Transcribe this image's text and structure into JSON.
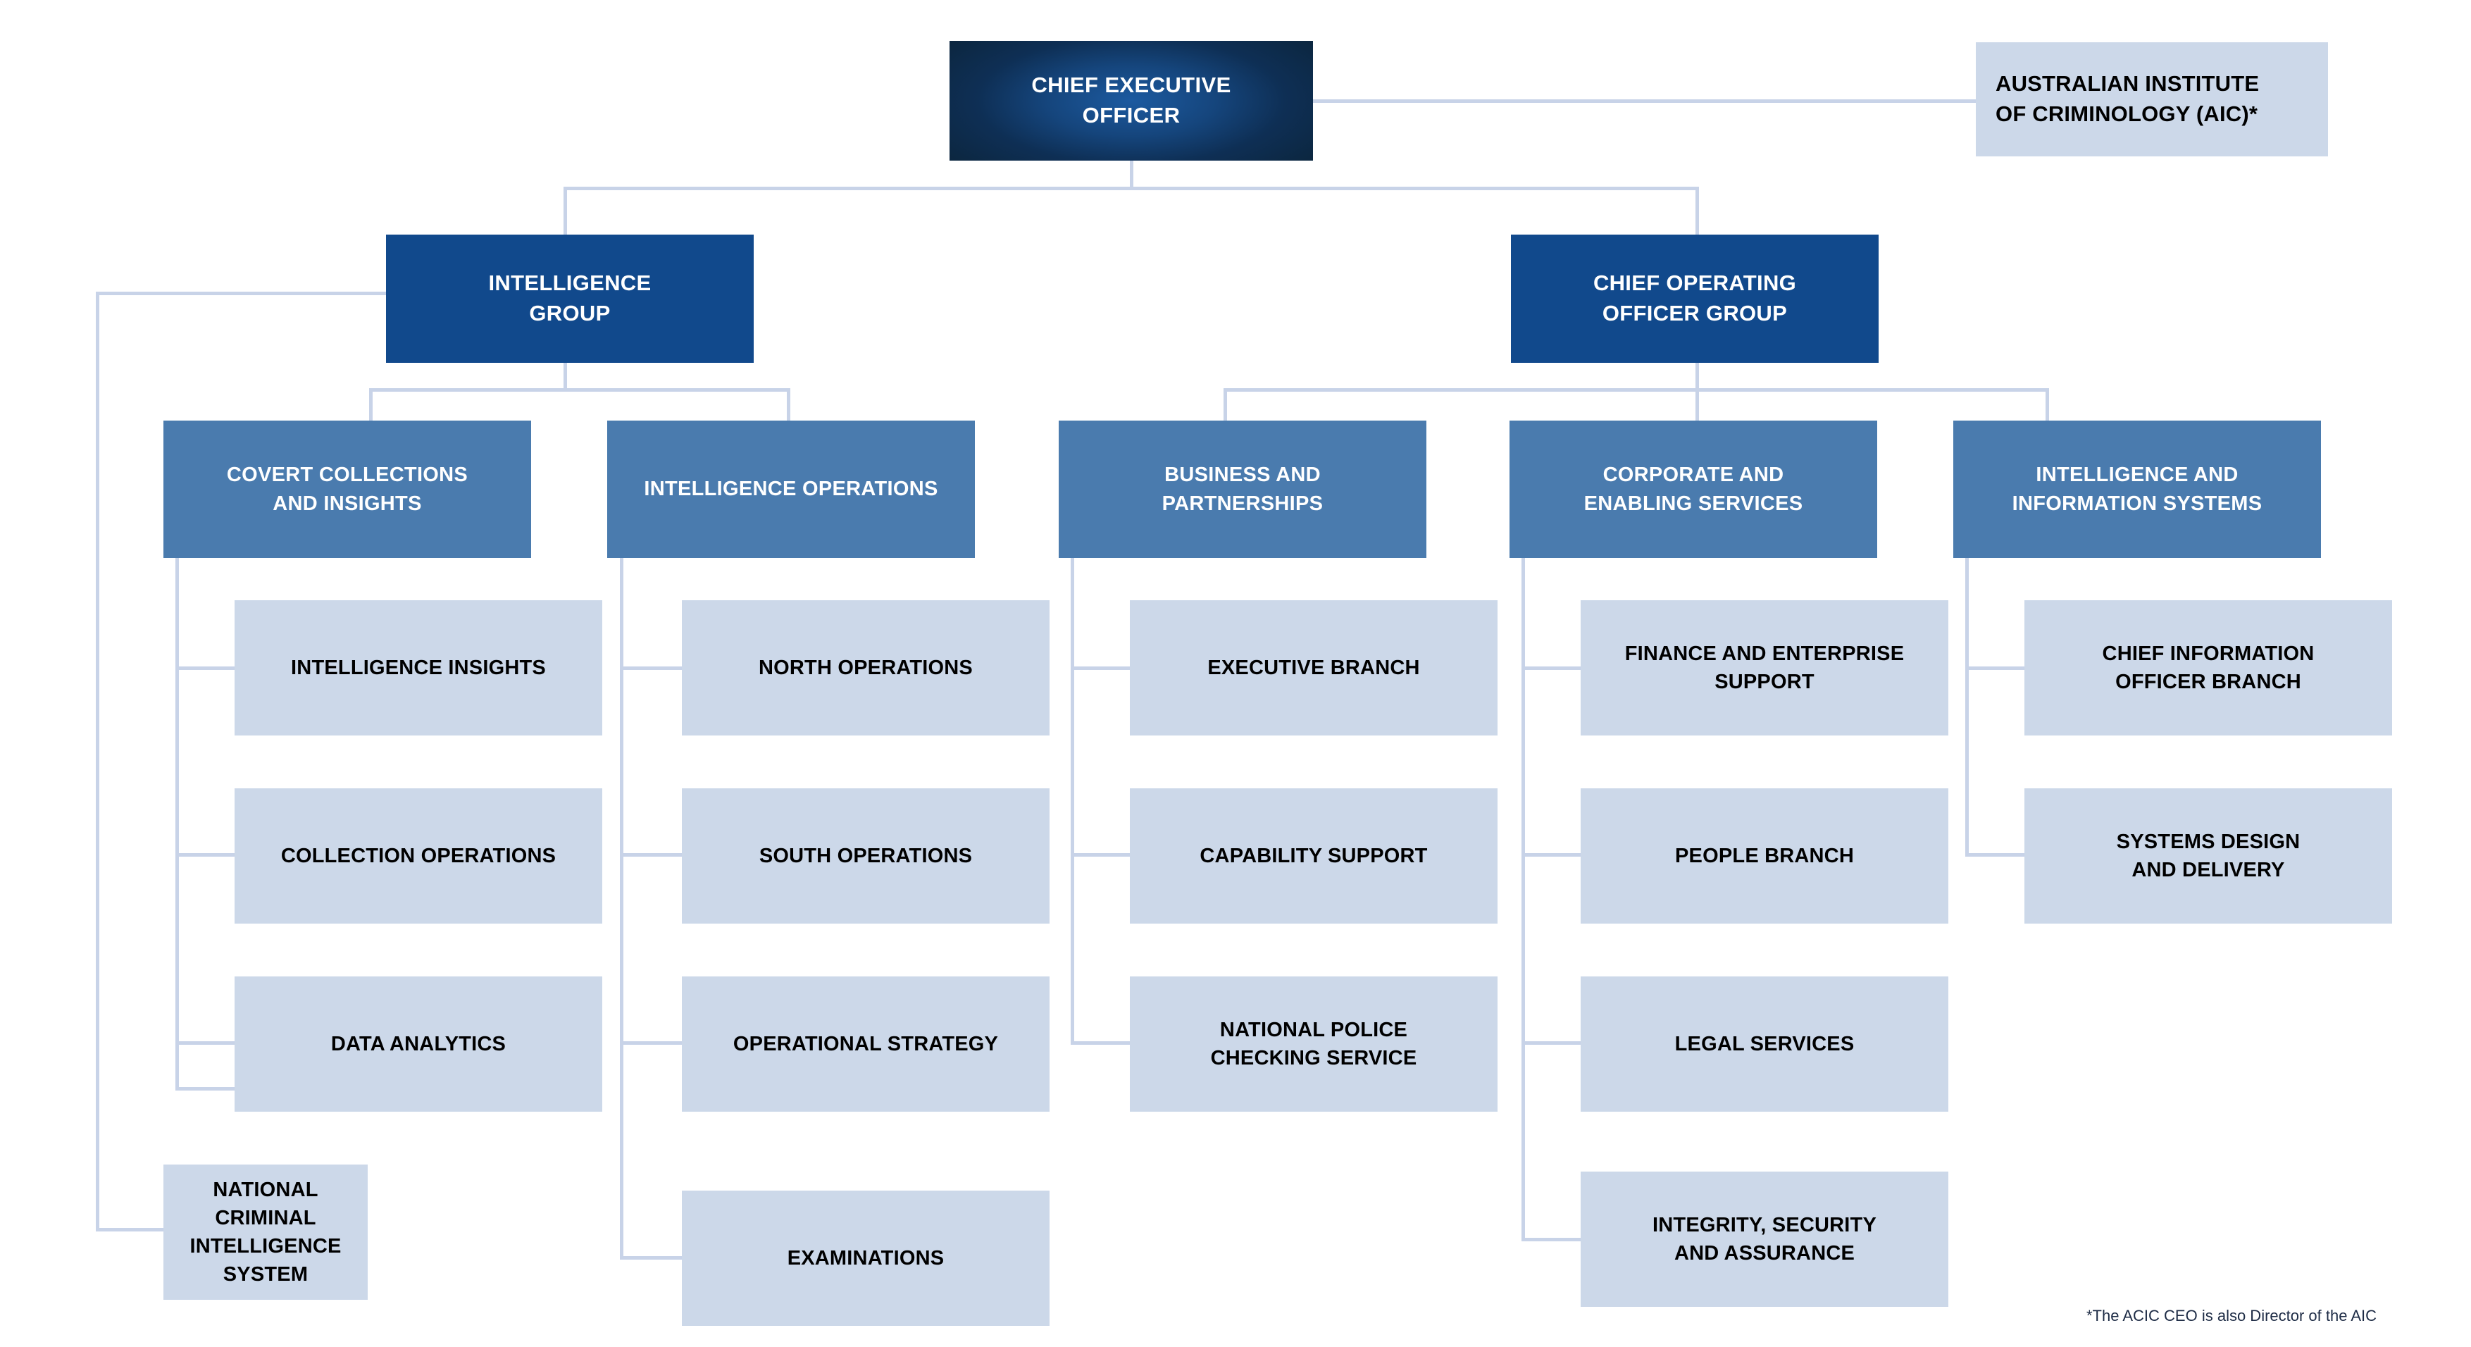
{
  "title": "Australian Criminal Intelligence Commission organisational chart",
  "colors": {
    "ceo_navy_dark": "#0c2741",
    "ceo_navy_light": "#1c5aa0",
    "group_blue": "#11498c",
    "branch_blue": "#4a7bae",
    "leaf_pale": "#ccd8e9",
    "connector": "#c8d3e8",
    "text_light": "#ffffff",
    "text_dark": "#000000",
    "footnote_text": "#1d2b45"
  },
  "ceo": {
    "label": "CHIEF EXECUTIVE\nOFFICER"
  },
  "aic": {
    "label": "AUSTRALIAN INSTITUTE\nOF CRIMINOLOGY (AIC)*"
  },
  "groups": [
    {
      "label": "INTELLIGENCE\nGROUP"
    },
    {
      "label": "CHIEF OPERATING\nOFFICER GROUP"
    }
  ],
  "branches": [
    {
      "label": "COVERT COLLECTIONS\nAND INSIGHTS"
    },
    {
      "label": "INTELLIGENCE OPERATIONS"
    },
    {
      "label": "BUSINESS AND\nPARTNERSHIPS"
    },
    {
      "label": "CORPORATE AND\nENABLING SERVICES"
    },
    {
      "label": "INTELLIGENCE AND\nINFORMATION SYSTEMS"
    }
  ],
  "columns": [
    {
      "parent": "COVERT COLLECTIONS AND INSIGHTS",
      "items": [
        {
          "label": "INTELLIGENCE INSIGHTS"
        },
        {
          "label": "COLLECTION OPERATIONS"
        },
        {
          "label": "DATA ANALYTICS"
        }
      ]
    },
    {
      "parent": "INTELLIGENCE OPERATIONS",
      "items": [
        {
          "label": "NORTH OPERATIONS"
        },
        {
          "label": "SOUTH OPERATIONS"
        },
        {
          "label": "OPERATIONAL STRATEGY"
        },
        {
          "label": "EXAMINATIONS"
        }
      ]
    },
    {
      "parent": "BUSINESS AND PARTNERSHIPS",
      "items": [
        {
          "label": "EXECUTIVE BRANCH"
        },
        {
          "label": "CAPABILITY SUPPORT"
        },
        {
          "label": "NATIONAL POLICE\nCHECKING SERVICE"
        }
      ]
    },
    {
      "parent": "CORPORATE AND ENABLING SERVICES",
      "items": [
        {
          "label": "FINANCE AND ENTERPRISE\nSUPPORT"
        },
        {
          "label": "PEOPLE BRANCH"
        },
        {
          "label": "LEGAL SERVICES"
        },
        {
          "label": "INTEGRITY, SECURITY\nAND ASSURANCE"
        }
      ]
    },
    {
      "parent": "INTELLIGENCE AND INFORMATION SYSTEMS",
      "items": [
        {
          "label": "CHIEF INFORMATION\nOFFICER BRANCH"
        },
        {
          "label": "SYSTEMS DESIGN\nAND DELIVERY"
        }
      ]
    }
  ],
  "standalone": [
    {
      "label": "NATIONAL CRIMINAL\nINTELLIGENCE SYSTEM",
      "reports_to": "INTELLIGENCE GROUP"
    }
  ],
  "footnote": {
    "text": "*The ACIC CEO is also Director of the AIC"
  }
}
